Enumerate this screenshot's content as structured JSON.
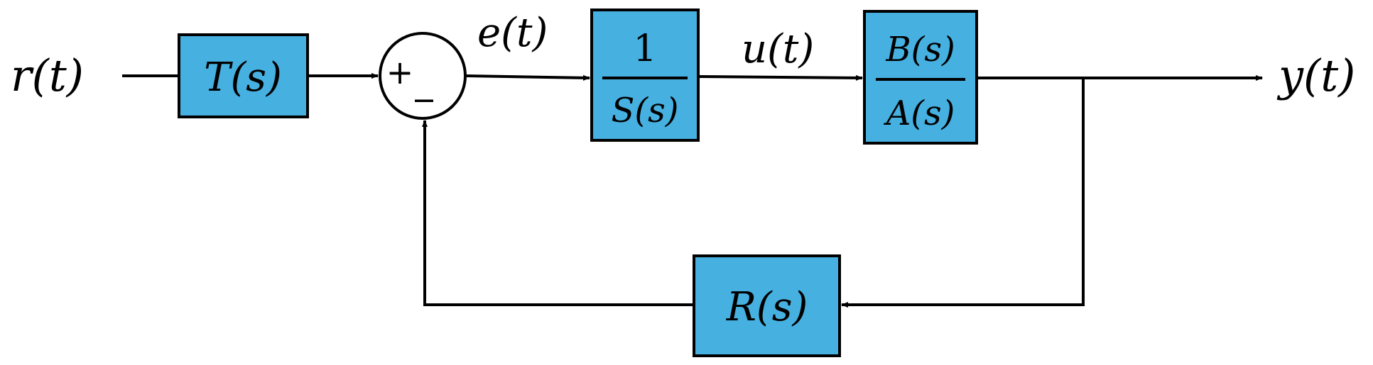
{
  "colors": {
    "block_fill": "#46B0E0",
    "stroke": "#000000",
    "background": "#FFFFFF"
  },
  "signals": {
    "input": "r(t)",
    "error": "e(t)",
    "control": "u(t)",
    "output": "y(t)"
  },
  "blocks": {
    "prefilter": "T(s)",
    "controller_numerator": "1",
    "controller_denominator": "S(s)",
    "plant_numerator": "B(s)",
    "plant_denominator": "A(s)",
    "feedback": "R(s)"
  },
  "summing_junction": {
    "plus_sign": "+",
    "minus_sign": "_"
  }
}
